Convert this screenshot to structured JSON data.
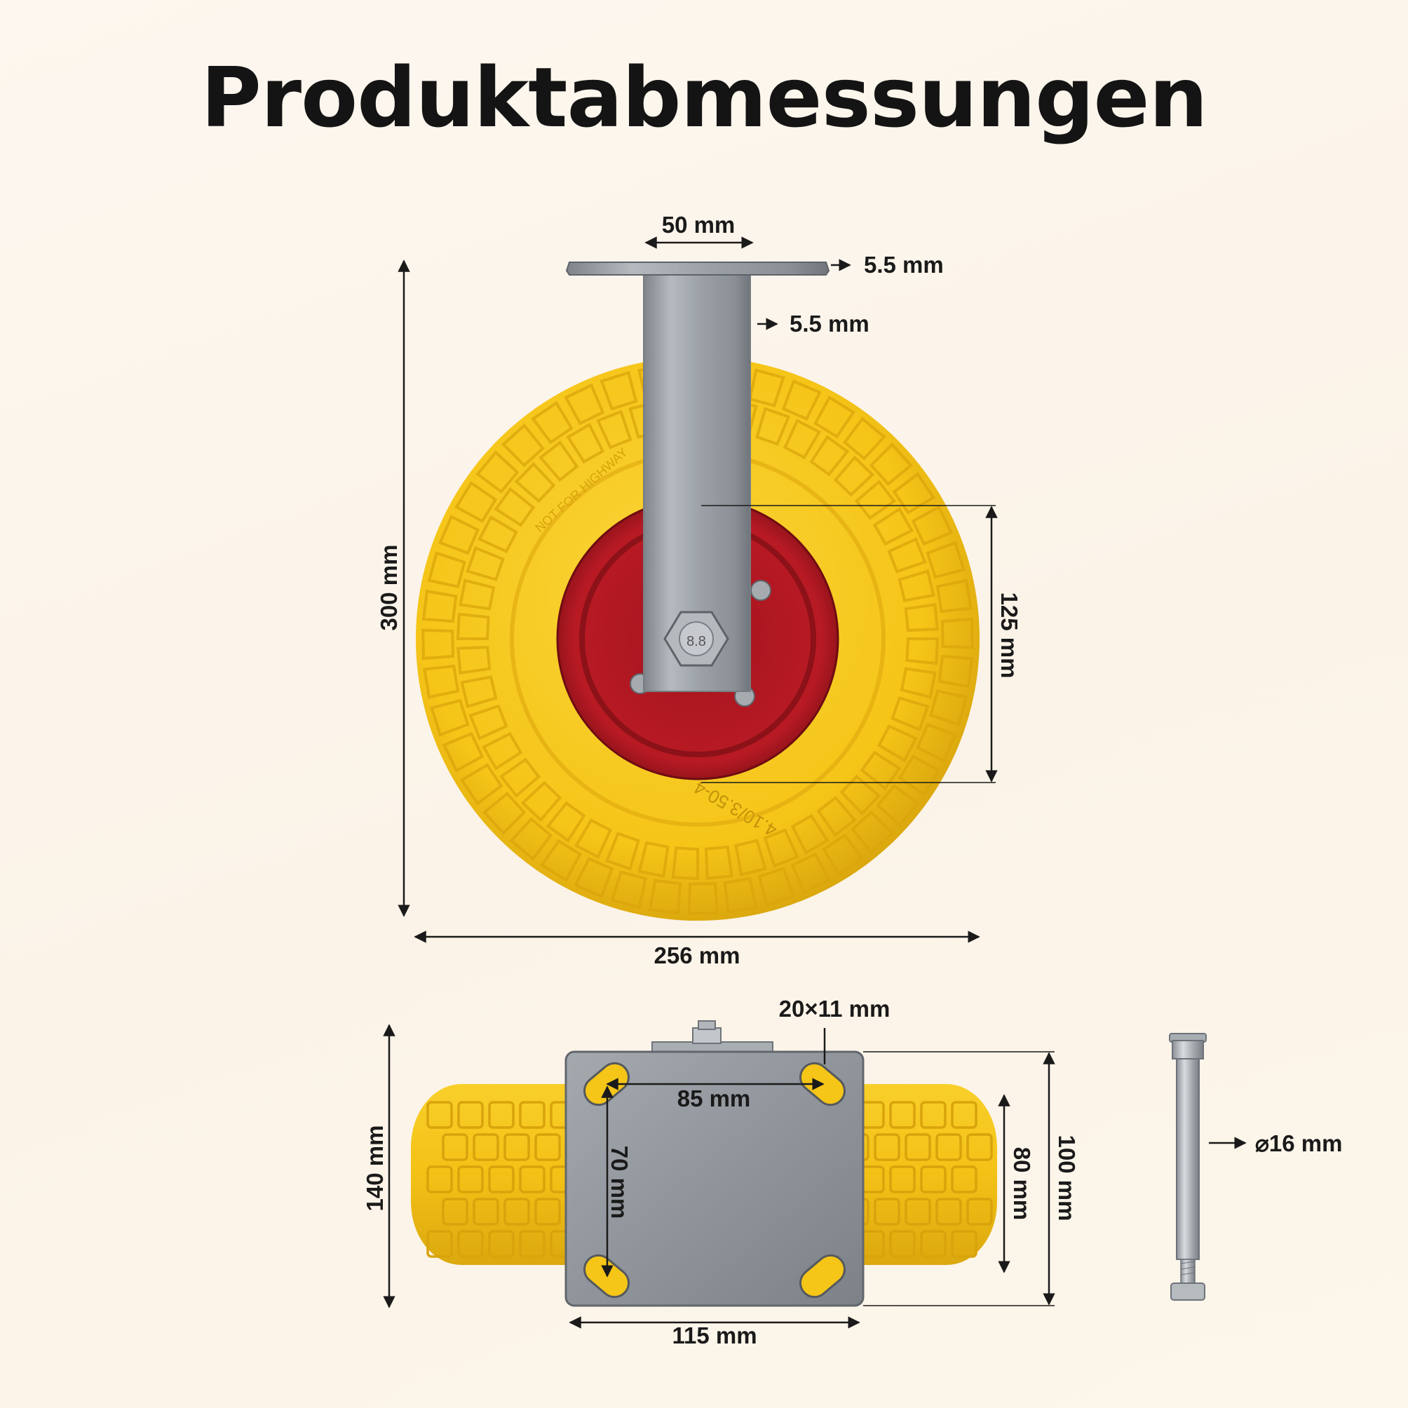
{
  "title": "Produktabmessungen",
  "dimensions": {
    "plate_width": "50 mm",
    "plate_thickness": "5.5 mm",
    "bracket_thickness": "5.5 mm",
    "total_height": "300 mm",
    "wheel_diameter": "256 mm",
    "rim_diameter": "125 mm",
    "side_height": "140 mm",
    "slot_size": "20×11 mm",
    "hole_spacing_x": "85 mm",
    "hole_spacing_y": "70 mm",
    "plate_length": "115 mm",
    "plate_depth_inner": "80 mm",
    "plate_depth_outer": "100 mm",
    "axle_diameter": "⌀16 mm"
  },
  "tire_marking_bottom": "4.10/3.50-4",
  "tire_marking_top": "NOT FOR HIGHWAY",
  "nut_marking": "8.8",
  "colors": {
    "tire": "#f5c518",
    "tire_shadow": "#dca80c",
    "rim": "#b81a24",
    "steel": "#9ea3a8",
    "text": "#1a1a1a"
  }
}
